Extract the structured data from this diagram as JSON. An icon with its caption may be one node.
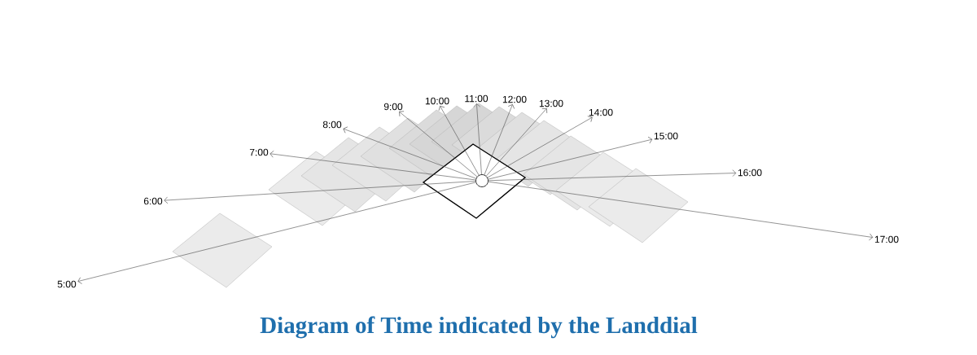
{
  "diagram": {
    "title": "Diagram of Time indicated by the Landdial",
    "nodes": [
      {
        "text": [],
        "shape": "circle"
      },
      {
        "text": [
          "5:00"
        ]
      },
      {
        "text": [
          "6:00"
        ]
      },
      {
        "text": [
          "7:00"
        ]
      },
      {
        "text": [
          "8:00"
        ]
      },
      {
        "text": [
          "9:00"
        ]
      },
      {
        "text": [
          "10:00"
        ]
      },
      {
        "text": [
          "11:00"
        ]
      },
      {
        "text": [
          "12:00"
        ]
      },
      {
        "text": [
          "13:00"
        ]
      },
      {
        "text": [
          "14:00"
        ]
      },
      {
        "text": [
          "15:00"
        ]
      },
      {
        "text": [
          "16:00"
        ]
      },
      {
        "text": [
          "17:00"
        ]
      }
    ],
    "edges": [
      {
        "from": 0,
        "to": 1,
        "arrow": "to"
      },
      {
        "from": 0,
        "to": 2,
        "arrow": "to"
      },
      {
        "from": 0,
        "to": 3,
        "arrow": "to"
      },
      {
        "from": 0,
        "to": 4,
        "arrow": "to"
      },
      {
        "from": 0,
        "to": 5,
        "arrow": "to"
      },
      {
        "from": 0,
        "to": 6,
        "arrow": "to"
      },
      {
        "from": 0,
        "to": 7,
        "arrow": "to"
      },
      {
        "from": 0,
        "to": 8,
        "arrow": "to"
      },
      {
        "from": 0,
        "to": 9,
        "arrow": "to"
      },
      {
        "from": 0,
        "to": 10,
        "arrow": "to"
      },
      {
        "from": 0,
        "to": 11,
        "arrow": "to"
      },
      {
        "from": 0,
        "to": 12,
        "arrow": "to"
      },
      {
        "from": 0,
        "to": 13,
        "arrow": "to"
      }
    ]
  }
}
